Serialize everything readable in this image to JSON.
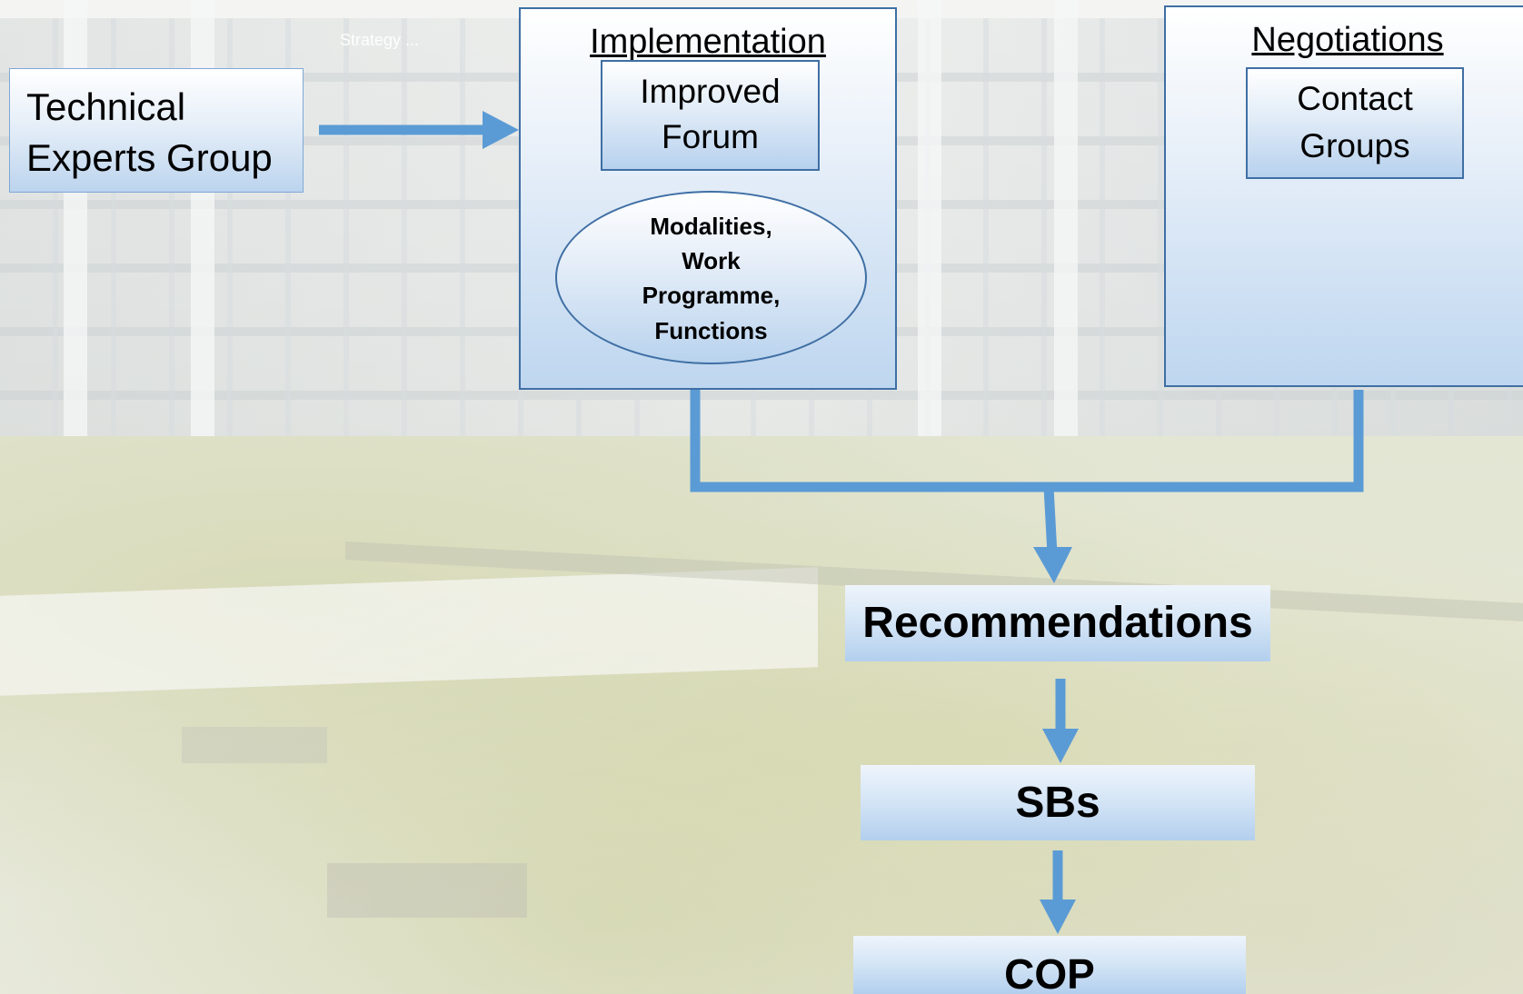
{
  "header": {
    "faint_title": "Strategy ..."
  },
  "nodes": {
    "technical_experts": {
      "line1": "Technical",
      "line2": "Experts Group"
    },
    "implementation": {
      "title": "Implementation",
      "forum": {
        "line1": "Improved",
        "line2": "Forum"
      },
      "modalities": {
        "line1": "Modalities,",
        "line2": "Work",
        "line3": "Programme,",
        "line4": "Functions"
      }
    },
    "negotiations": {
      "title": "Negotiations",
      "contact_groups": {
        "line1": "Contact",
        "line2": "Groups"
      }
    },
    "recommendations": "Recommendations",
    "sbs": "SBs",
    "cop": "COP"
  },
  "colors": {
    "connector": "#5b9bd5",
    "box_border": "#3f6fa4",
    "box_fill_bottom": "#b9d3ee"
  }
}
